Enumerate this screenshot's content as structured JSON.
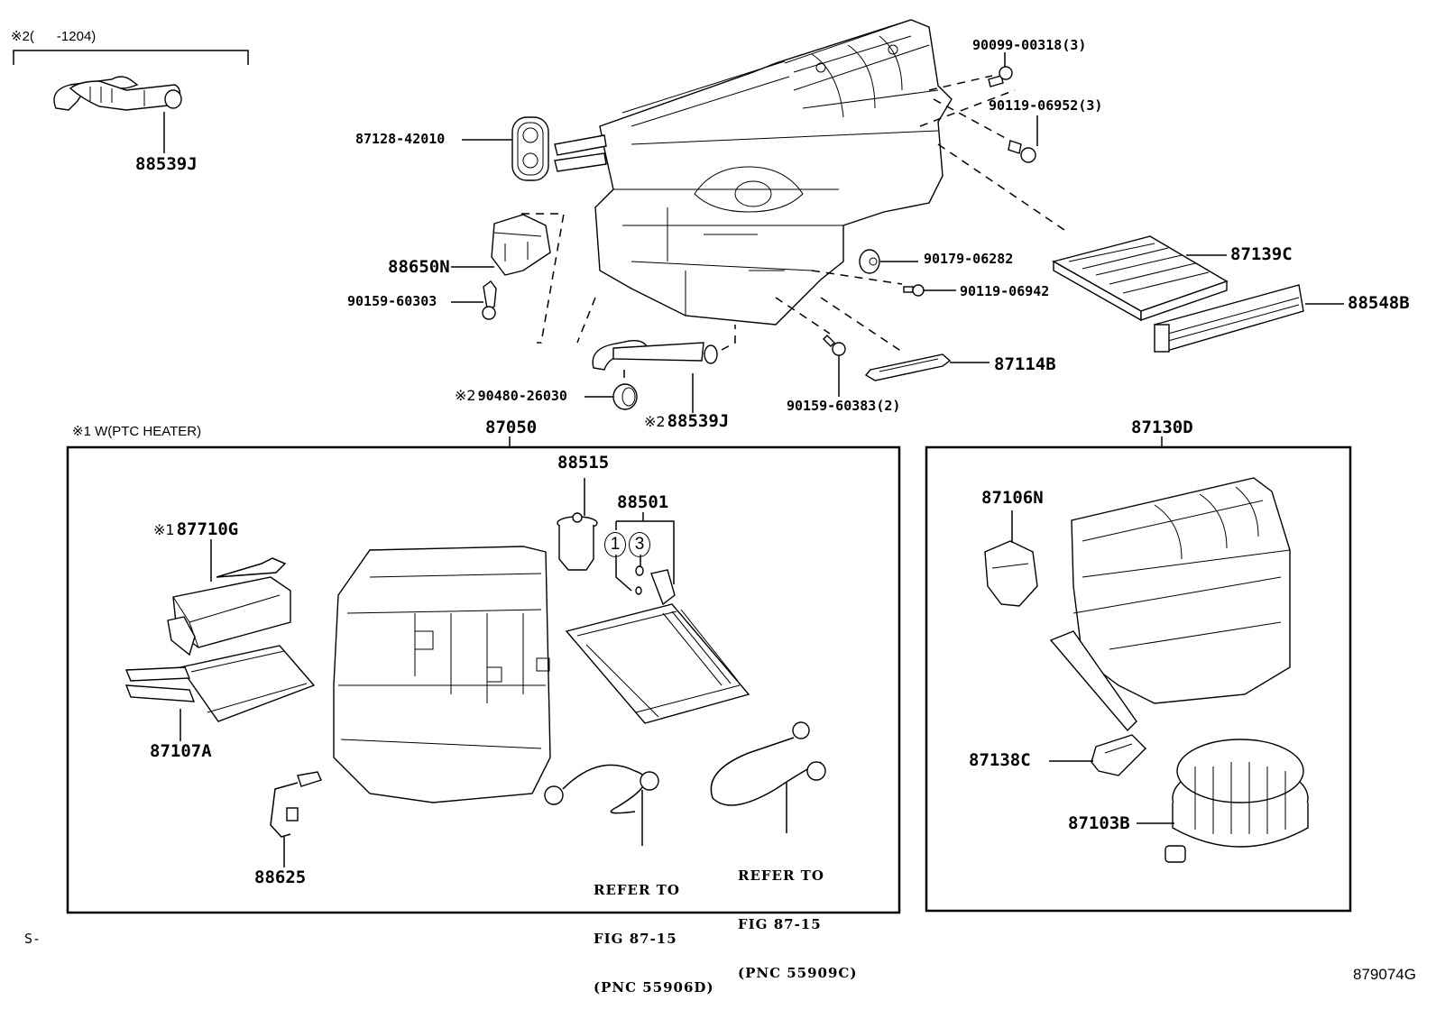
{
  "diagram": {
    "figure_id": "879074G",
    "footer_left": "S-",
    "group_note_2": {
      "mark": "※2",
      "range": "(      -1204)"
    },
    "group_note_1": {
      "mark": "※1",
      "text": "W(PTC HEATER)"
    },
    "top_parts": {
      "hose_top_left": "88539J",
      "grommet": "87128-42010",
      "servo_motor": "88650N",
      "screw_servo": "90159-60303",
      "clamp": {
        "mark": "※2",
        "part": "90480-26030"
      },
      "hose_bottom": {
        "mark": "※2",
        "part": "88539J"
      },
      "bolt_top": "90099-00318(3)",
      "screw_top": "90119-06952(3)",
      "clip": "90179-06282",
      "screw_mid": "90119-06942",
      "screw_bottom": "90159-60383(2)",
      "filter": "87139C",
      "filter_cover": "88548B",
      "duct_seal": "87114B"
    },
    "box_87050": {
      "title": "87050",
      "parts": {
        "ptc_heater": {
          "mark": "※1",
          "part": "87710G"
        },
        "heater_core": "87107A",
        "expansion_valve": "88515",
        "evaporator_kit": "88501",
        "kit_items": [
          "1",
          "3"
        ],
        "thermistor": "88625",
        "ref_left": [
          "REFER TO",
          "FIG 87-15",
          "(PNC 55906D)"
        ],
        "ref_right": [
          "REFER TO",
          "FIG 87-15",
          "(PNC 55909C)"
        ]
      }
    },
    "box_87130D": {
      "title": "87130D",
      "parts": {
        "damper_servo": "87106N",
        "resistor": "87138C",
        "blower_motor": "87103B"
      }
    }
  }
}
